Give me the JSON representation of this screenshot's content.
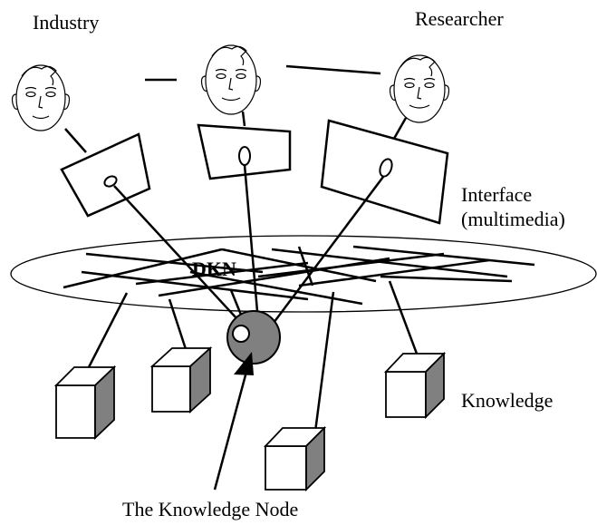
{
  "labels": {
    "industry": "Industry",
    "researcher": "Researcher",
    "interface_line1": "Interface",
    "interface_line2": "(multimedia)",
    "dkn": "DKN",
    "knowledge": "Knowledge",
    "knowledge_node": "The Knowledge Node"
  },
  "colors": {
    "ink": "#000000",
    "background": "#ffffff",
    "node_fill": "#808080",
    "cube_side": "#808080"
  }
}
